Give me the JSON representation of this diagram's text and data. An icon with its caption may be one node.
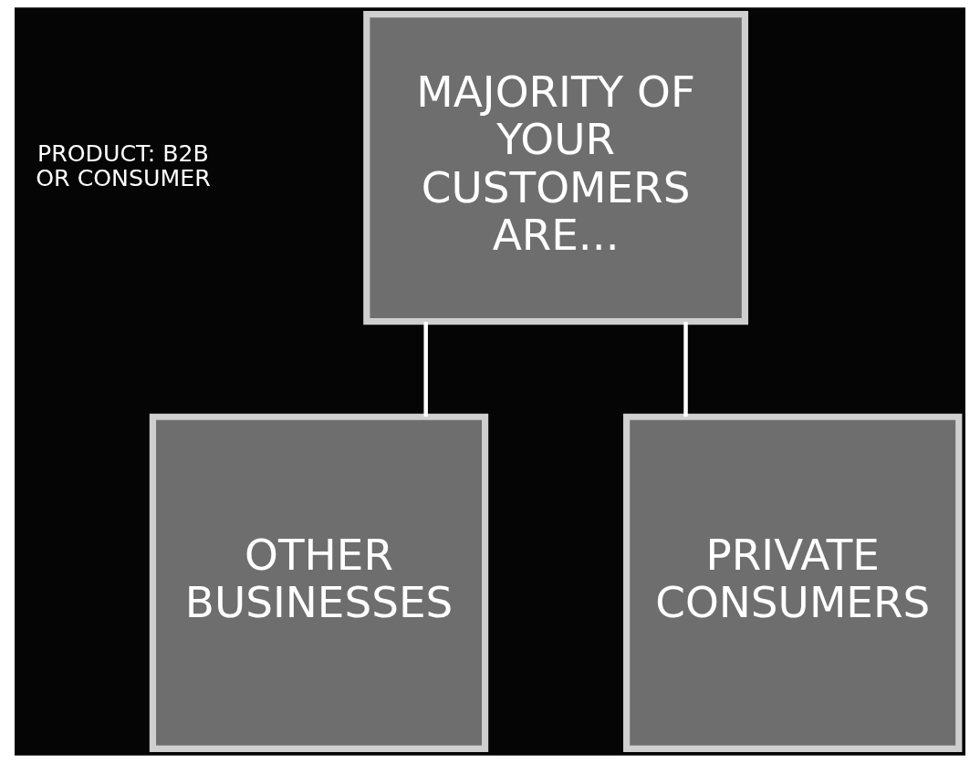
{
  "diagram": {
    "nodes": [
      {
        "text": [
          "MAJORITY OF YOUR CUSTOMERS ARE..."
        ]
      },
      {
        "text": [
          "OTHER BUSINESSES"
        ]
      },
      {
        "text": [
          "PRIVATE CONSUMERS"
        ]
      }
    ],
    "edges": [
      {
        "from": 0,
        "to": 1,
        "arrow": "none"
      },
      {
        "from": 0,
        "to": 2,
        "arrow": "none"
      }
    ],
    "labels": [
      "PRODUCT: B2B OR CONSUMER"
    ]
  }
}
